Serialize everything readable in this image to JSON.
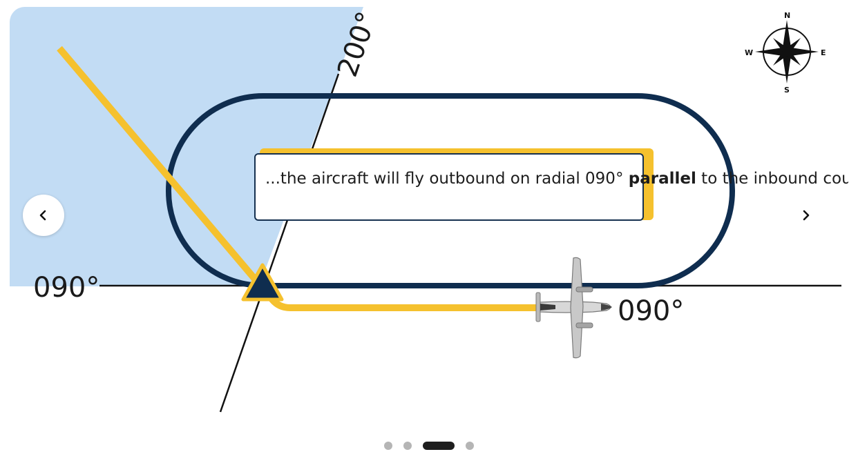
{
  "diagram": {
    "labels": {
      "left_course": "090°",
      "right_course": "090°",
      "radial": "200°"
    },
    "caption": {
      "before": "...the aircraft will fly outbound on radial 090° ",
      "emphasis": "parallel",
      "after": " to the inbound course..."
    },
    "compass": {
      "north": "N",
      "south": "S",
      "east": "E",
      "west": "W"
    },
    "icons": {
      "prev": "chevron-left-icon",
      "next": "chevron-right-icon",
      "aircraft": "airplane-icon",
      "station": "triangle-icon",
      "compass": "compass-rose-icon"
    },
    "colors": {
      "holding_side": "#c2dcf4",
      "track": "#f5c12e",
      "holding_pattern": "#0f2d4f",
      "station": "#0f2d4f",
      "lines": "#111111"
    }
  },
  "carousel": {
    "slides": [
      {
        "id": "slide-1"
      },
      {
        "id": "slide-2"
      },
      {
        "id": "slide-3"
      },
      {
        "id": "slide-4"
      }
    ],
    "active_index": 2
  }
}
